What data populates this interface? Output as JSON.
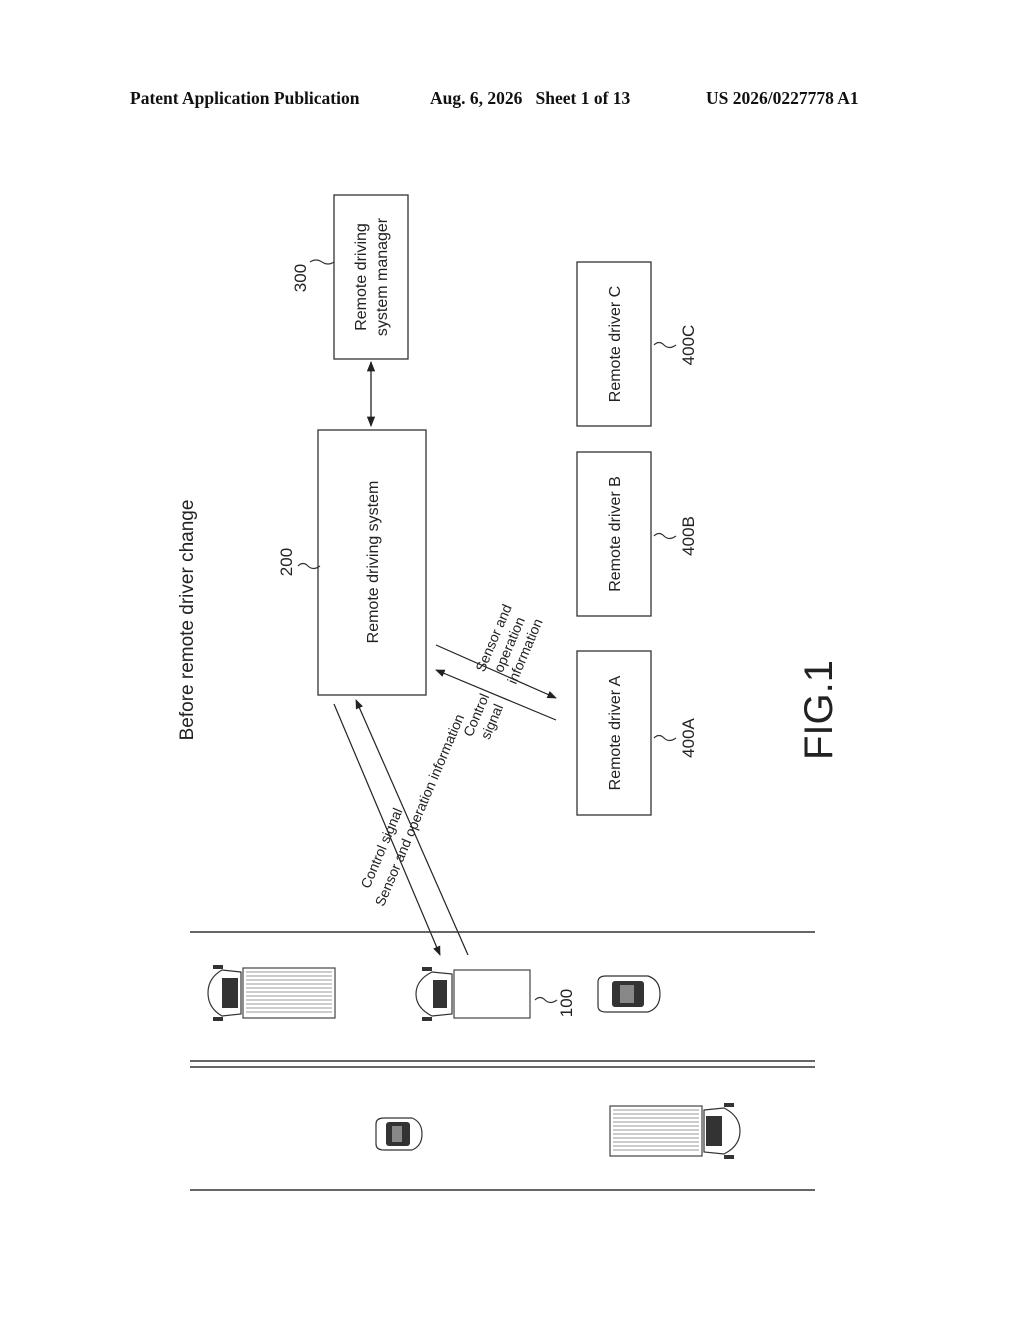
{
  "header": {
    "publication": "Patent Application Publication",
    "date_sheet": "Aug. 6, 2026   Sheet 1 of 13",
    "patent_number": "US 2026/0227778 A1"
  },
  "figure": {
    "title": "Before remote driver change",
    "caption": "FIG.1"
  },
  "boxes": {
    "rds_label": "Remote driving system",
    "rds_ref": "200",
    "manager_line1": "Remote driving",
    "manager_line2": "system manager",
    "manager_ref": "300",
    "driver_a": "Remote driver A",
    "driver_a_ref": "400A",
    "driver_b": "Remote driver B",
    "driver_b_ref": "400B",
    "driver_c": "Remote driver C",
    "driver_c_ref": "400C"
  },
  "links": {
    "vehicle_control": "Control signal",
    "vehicle_sensor": "Sensor and operation information",
    "driver_control_1": "Control",
    "driver_control_2": "signal",
    "driver_sensor_1": "Sensor and",
    "driver_sensor_2": "operation",
    "driver_sensor_3": "information"
  },
  "road": {
    "vehicle_ref": "100"
  }
}
